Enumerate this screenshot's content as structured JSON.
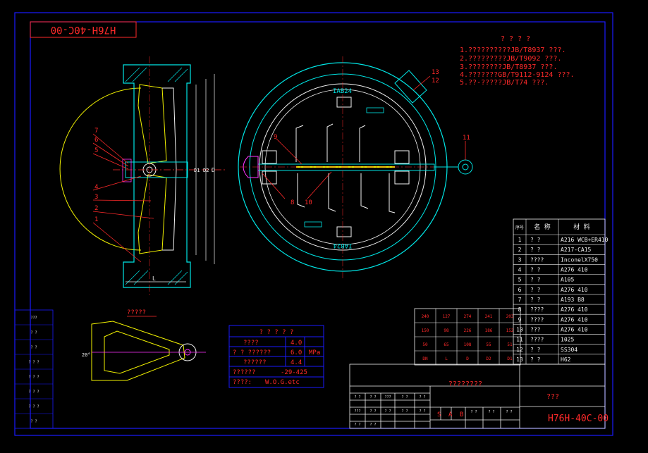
{
  "colors": {
    "bg": "#000000",
    "frame": "#1a1aff",
    "cyan": "#00e5e5",
    "white": "#f2f2f2",
    "red": "#ff2a2a",
    "yellow": "#f2f200",
    "green": "#22dd22",
    "magenta": "#ff33ff"
  },
  "title_block": {
    "drawing_no": "H76H-40C-00",
    "drawing_no_rotated": "H76H-40C-00",
    "name": "???",
    "company": "????????",
    "grade": [
      "S",
      "A",
      "B"
    ]
  },
  "notes": {
    "heading": "? ? ? ?",
    "lines": [
      "1.??????????JB/T8937 ???.",
      "2.?????????JB/T9092 ???.",
      "3.????????JB/T8937 ???.",
      "4.???????GB/T9112-9124 ???.",
      "5.??-?????JB/T74 ???."
    ]
  },
  "views": {
    "body_mark_top": "IAB24",
    "body_mark_bottom": "IAB24",
    "small_mark_1": "????",
    "small_mark_2": "????",
    "detail_title": "?????",
    "detail_angle": "20°"
  },
  "section_callouts": [
    "7",
    "6",
    "5",
    "4",
    "3",
    "2",
    "1"
  ],
  "section_dims": [
    "L",
    "D",
    "D1",
    "D2"
  ],
  "plan_callouts": [
    "8",
    "9",
    "10",
    "11",
    "12",
    "13"
  ],
  "spec_table": {
    "title": "? ? ? ? ?",
    "rows": [
      {
        "label": "????",
        "value": "4.0",
        "unit": ""
      },
      {
        "label": "? ? ??????",
        "value": "6.0",
        "unit": "MPa"
      },
      {
        "label": "??????",
        "value": "4.4",
        "unit": ""
      },
      {
        "label": "??????",
        "value": "-29-425",
        "unit": ""
      },
      {
        "label": "????:",
        "value": "W.O.G.etc",
        "unit": ""
      }
    ]
  },
  "dims_table": {
    "rows": [
      [
        "240",
        "127",
        "274",
        "241",
        "203"
      ],
      [
        "150",
        "98",
        "226",
        "186",
        "152"
      ],
      [
        "50",
        "65",
        "108",
        "55",
        "51"
      ],
      [
        "DN",
        "L",
        "D",
        "D2",
        "D1"
      ]
    ]
  },
  "parts_table": {
    "headers": [
      "序号",
      "名 称",
      "材 料"
    ],
    "rows": [
      [
        "1",
        "? ?",
        "A216 WCB+ER410"
      ],
      [
        "2",
        "? ?",
        "A217-CA15"
      ],
      [
        "3",
        "????",
        "InconelX750"
      ],
      [
        "4",
        "? ?",
        "A276 410"
      ],
      [
        "5",
        "? ?",
        "A105"
      ],
      [
        "6",
        "? ?",
        "A276 410"
      ],
      [
        "7",
        "? ?",
        "A193 B8"
      ],
      [
        "8",
        "????",
        "A276 410"
      ],
      [
        "9",
        "????",
        "A276 410"
      ],
      [
        "10",
        "???",
        "A276 410"
      ],
      [
        "11",
        "????",
        "1025"
      ],
      [
        "12",
        "? ?",
        "SS304"
      ],
      [
        "13",
        "? ?",
        "H62"
      ]
    ]
  },
  "left_block": {
    "rows": [
      "???",
      "? ?",
      "? ?",
      "? ? ?",
      "? ? ?",
      "? ? ?",
      "? ? ?",
      "? ?"
    ]
  },
  "title_small": {
    "cells": [
      "? ?",
      "? ?",
      "???",
      "? ?",
      "? ?",
      "???",
      "? ?",
      "? ?",
      "? ?",
      "? ?",
      "? ?",
      "? ?",
      "? ?",
      "? ?",
      "? ?"
    ]
  }
}
